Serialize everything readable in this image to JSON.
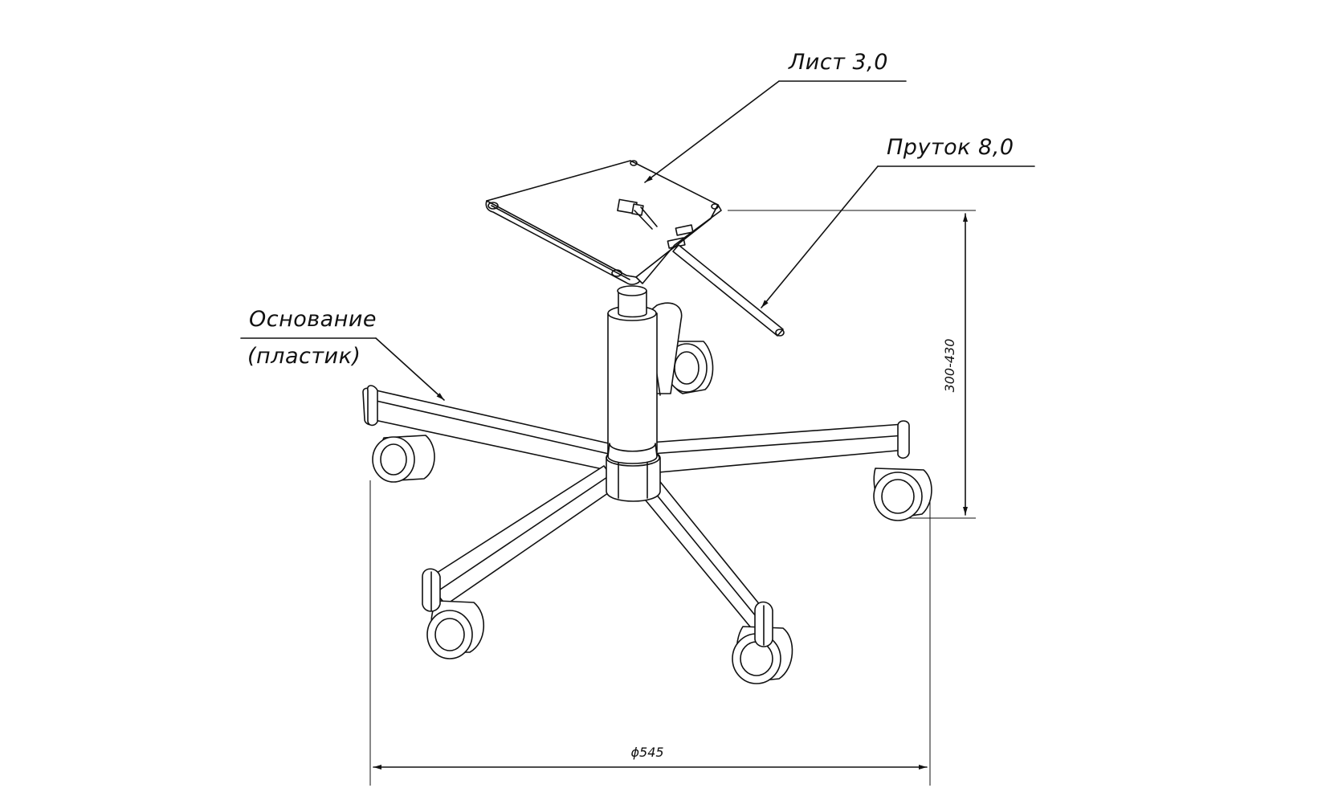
{
  "labels": {
    "sheet": "Лист 3,0",
    "rod": "Пруток 8,0",
    "base_line1": "Основание",
    "base_line2": "(пластик)"
  },
  "dimensions": {
    "height": "300-430",
    "diameter": "ϕ545"
  }
}
